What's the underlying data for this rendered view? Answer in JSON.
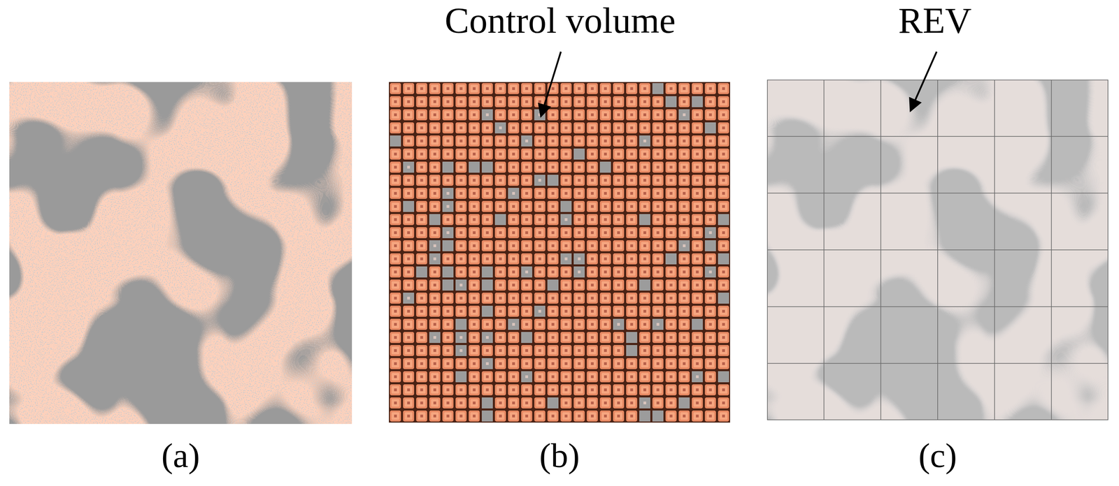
{
  "diagram": {
    "labels": [
      "Control volume",
      "REV",
      "(a)",
      "(b)",
      "(c)"
    ]
  }
}
